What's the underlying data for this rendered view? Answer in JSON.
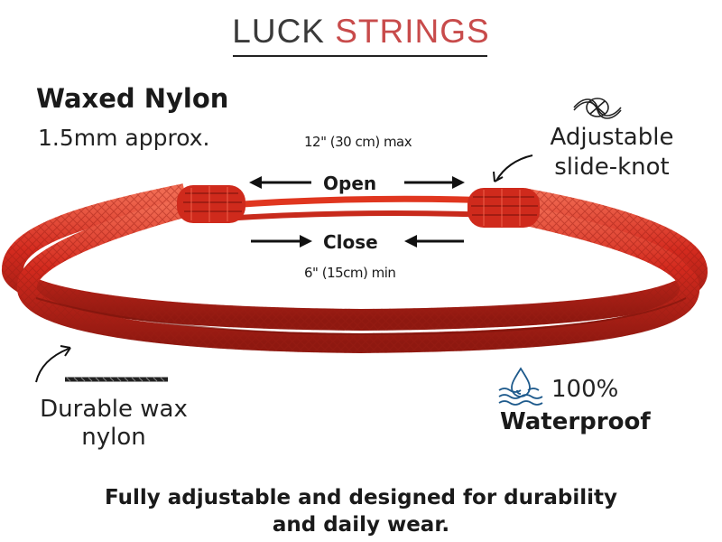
{
  "brand": {
    "part1": "LUCK ",
    "part2": "STRINGS"
  },
  "material": {
    "title": "Waxed Nylon",
    "subtitle": "1.5mm approx."
  },
  "size": {
    "max": "12\" (30 cm) max",
    "min": "6\" (15cm) min"
  },
  "labels": {
    "open": "Open",
    "close": "Close"
  },
  "knot": {
    "line1": "Adjustable",
    "line2": "slide-knot"
  },
  "wax": {
    "line1": "Durable wax",
    "line2": "nylon"
  },
  "waterproof": {
    "percent": "100%",
    "label": "Waterproof"
  },
  "footer": {
    "line1": "Fully adjustable and designed for durability",
    "line2": "and daily wear."
  },
  "colors": {
    "cord": "#d42a1e",
    "brand_accent": "#c84b4b",
    "icon_blue": "#1e5a8c"
  }
}
